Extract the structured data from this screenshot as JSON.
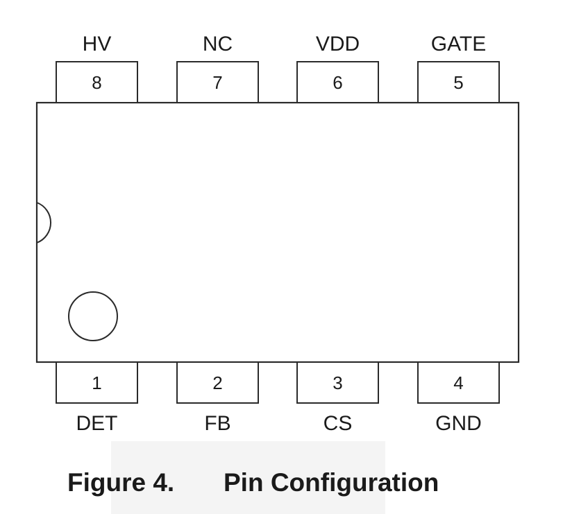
{
  "pins": {
    "top": [
      {
        "number": "8",
        "name": "HV"
      },
      {
        "number": "7",
        "name": "NC"
      },
      {
        "number": "6",
        "name": "VDD"
      },
      {
        "number": "5",
        "name": "GATE"
      }
    ],
    "bottom": [
      {
        "number": "1",
        "name": "DET"
      },
      {
        "number": "2",
        "name": "FB"
      },
      {
        "number": "3",
        "name": "CS"
      },
      {
        "number": "4",
        "name": "GND"
      }
    ]
  },
  "caption": {
    "label": "Figure 4.",
    "title": "Pin Configuration"
  }
}
